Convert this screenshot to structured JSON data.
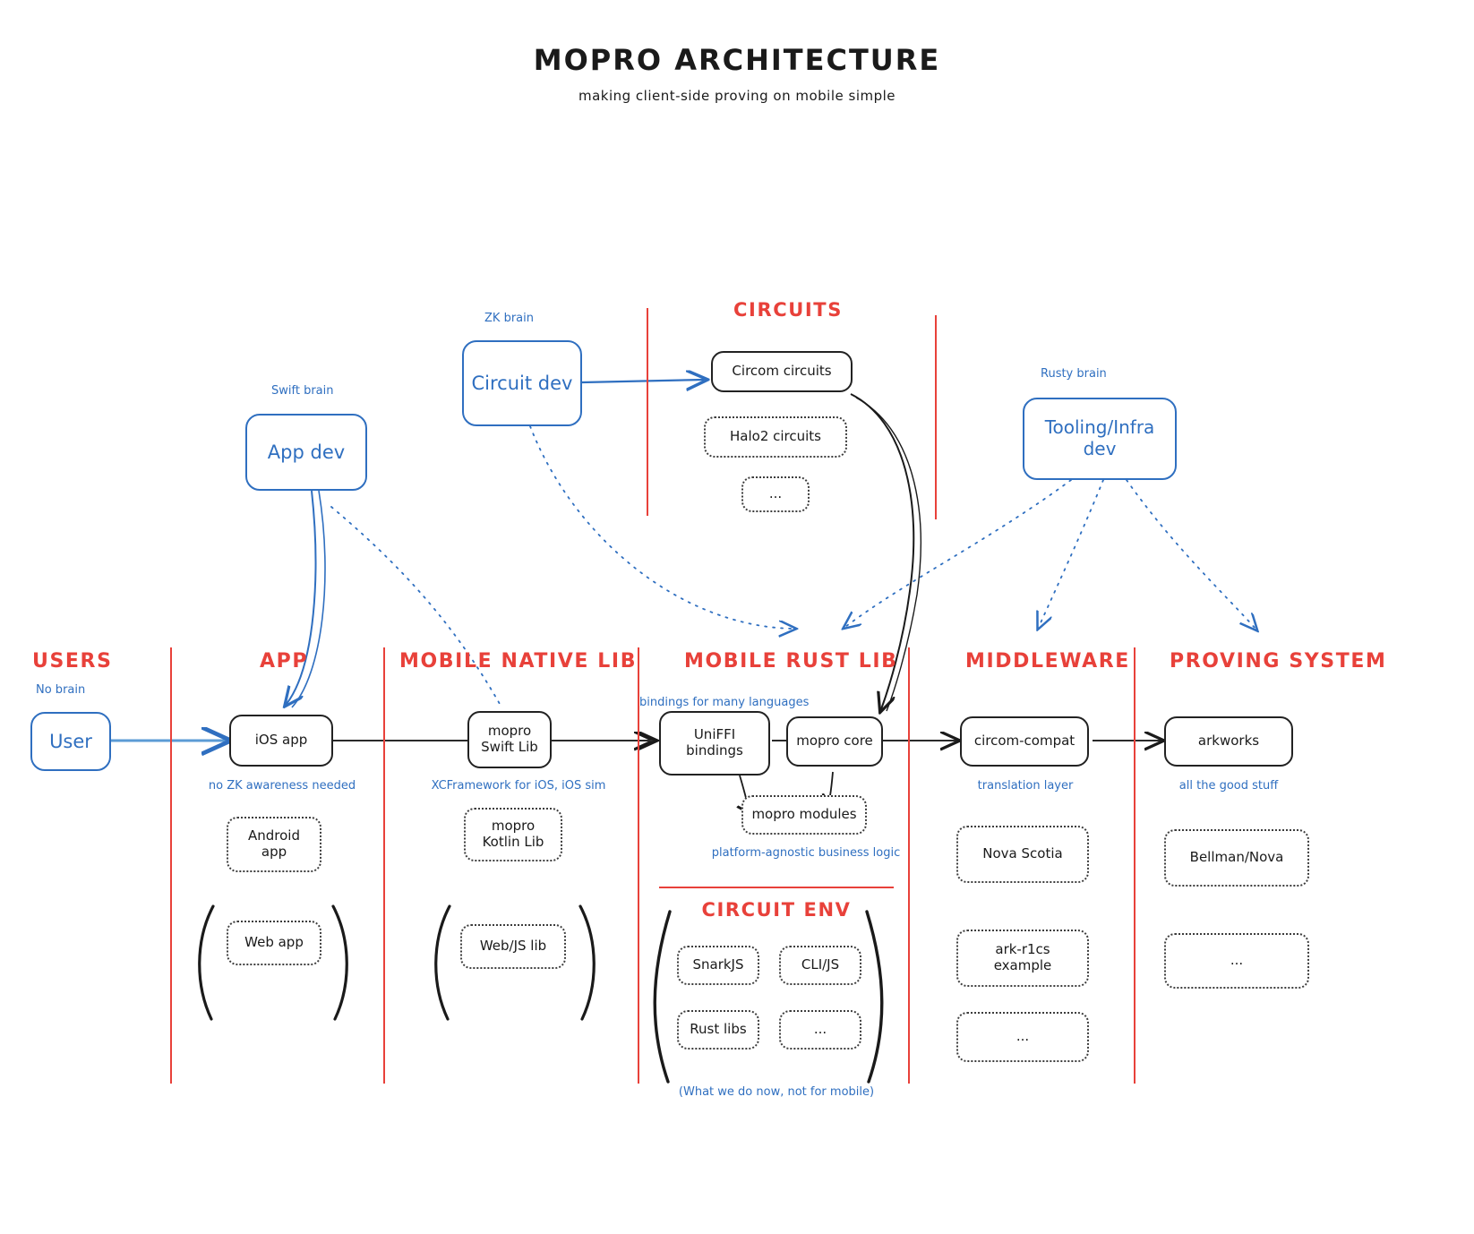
{
  "title": "MOPRO ARCHITECTURE",
  "subtitle": "making client-side proving on mobile simple",
  "colors": {
    "red": "#e8413a",
    "blue": "#2f6fc0",
    "ink": "#1a1a1a"
  },
  "columns": [
    {
      "id": "users",
      "label": "USERS"
    },
    {
      "id": "app",
      "label": "APP"
    },
    {
      "id": "native",
      "label": "MOBILE NATIVE LIB"
    },
    {
      "id": "rust",
      "label": "MOBILE RUST LIB"
    },
    {
      "id": "middleware",
      "label": "MIDDLEWARE"
    },
    {
      "id": "proving",
      "label": "PROVING SYSTEM"
    }
  ],
  "section_headers": {
    "circuits": "CIRCUITS",
    "circuit_env": "CIRCUIT ENV"
  },
  "personas": [
    {
      "id": "app-dev",
      "caption": "Swift brain",
      "label": "App dev"
    },
    {
      "id": "circuit-dev",
      "caption": "ZK brain",
      "label": "Circuit dev"
    },
    {
      "id": "tooling-dev",
      "caption": "Rusty brain",
      "label": "Tooling/Infra dev"
    }
  ],
  "circuits": [
    {
      "id": "circom-circuits",
      "label": "Circom circuits",
      "style": "solid"
    },
    {
      "id": "halo2-circuits",
      "label": "Halo2 circuits",
      "style": "dashed"
    },
    {
      "id": "circuits-more",
      "label": "...",
      "style": "dashed"
    }
  ],
  "users": {
    "caption": "No brain",
    "node": "User"
  },
  "app": {
    "primary": "iOS app",
    "annotation": "no ZK awareness needed",
    "alternatives": [
      "Android app",
      "Web app"
    ]
  },
  "native": {
    "primary": "mopro\nSwift Lib",
    "primary_line1": "mopro",
    "primary_line2": "Swift Lib",
    "annotation": "XCFramework for iOS, iOS sim",
    "alternatives": [
      {
        "line1": "mopro",
        "line2": "Kotlin Lib"
      },
      {
        "line1": "Web/JS lib",
        "line2": ""
      }
    ]
  },
  "rust": {
    "annotation_top": "bindings for many languages",
    "uniffi_line1": "UniFFI",
    "uniffi_line2": "bindings",
    "core": "mopro core",
    "modules": "mopro modules",
    "annotation_bottom": "platform-agnostic business logic",
    "circuit_env_items": [
      "SnarkJS",
      "CLI/JS",
      "Rust libs",
      "..."
    ],
    "circuit_env_note": "(What we do now, not for mobile)"
  },
  "middleware": {
    "primary": "circom-compat",
    "annotation": "translation layer",
    "alternatives": [
      {
        "line1": "Nova Scotia",
        "line2": ""
      },
      {
        "line1": "ark-r1cs",
        "line2": "example"
      },
      {
        "line1": "...",
        "line2": ""
      }
    ]
  },
  "proving": {
    "primary": "arkworks",
    "annotation": "all the good stuff",
    "alternatives": [
      {
        "line1": "Bellman/Nova",
        "line2": ""
      },
      {
        "line1": "...",
        "line2": ""
      }
    ]
  }
}
